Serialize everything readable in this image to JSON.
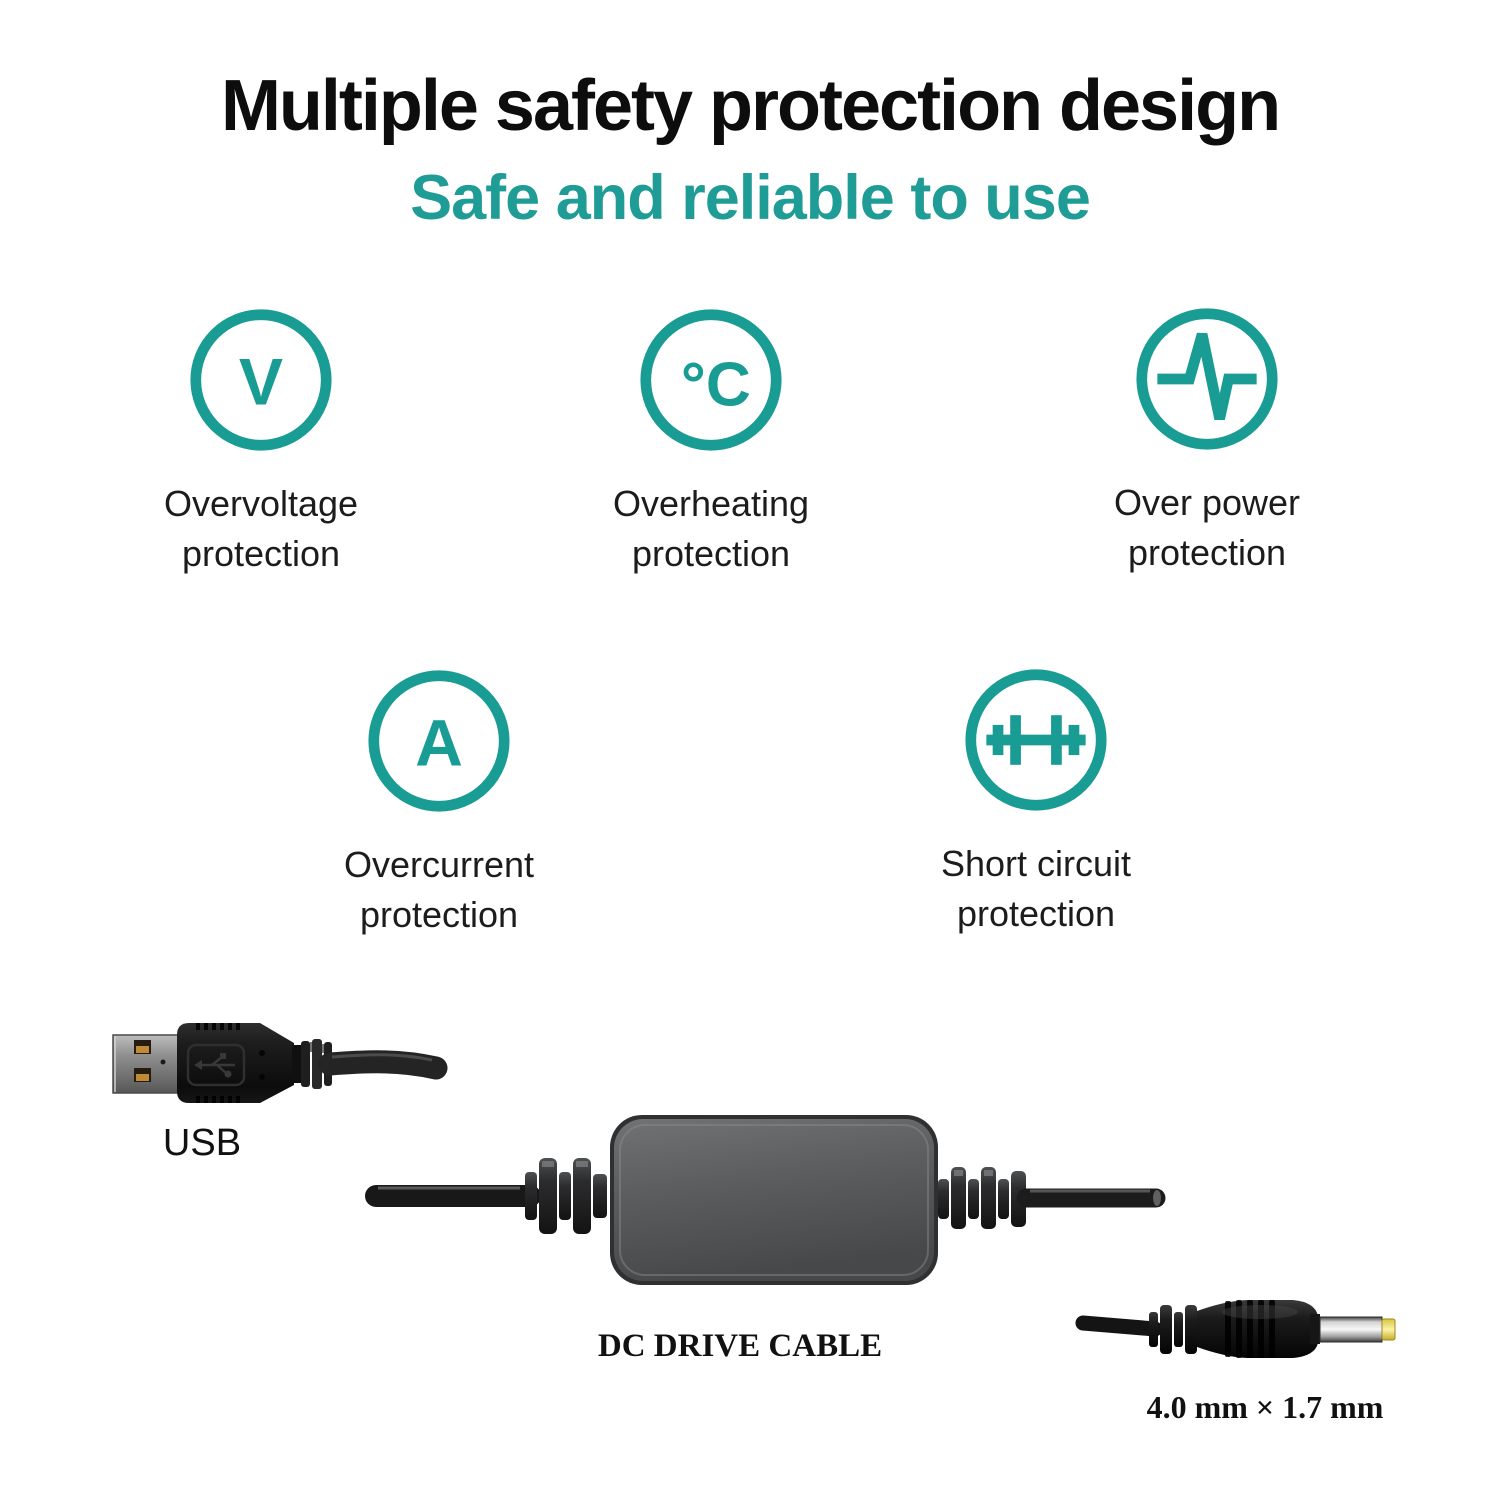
{
  "page": {
    "title": "Multiple safety protection design",
    "subtitle": "Safe and reliable to use"
  },
  "colors": {
    "accent_teal": "#199c94",
    "subtitle_teal": "#1f9c95",
    "title_black": "#0d0d0d",
    "plug_tip_yellow": "#e8d055"
  },
  "features": [
    {
      "symbol": "V",
      "line1": "Overvoltage",
      "line2": "protection"
    },
    {
      "symbol": "°C",
      "line1": "Overheating",
      "line2": "protection"
    },
    {
      "symbol": "",
      "line1": "Over power",
      "line2": "protection"
    },
    {
      "symbol": "A",
      "line1": "Overcurrent",
      "line2": "protection"
    },
    {
      "symbol": "",
      "line1": "Short circuit",
      "line2": "protection"
    }
  ],
  "product": {
    "usb_label": "USB",
    "cable_label": "DC DRIVE CABLE",
    "plug_size_label": "4.0 mm × 1.7 mm"
  }
}
